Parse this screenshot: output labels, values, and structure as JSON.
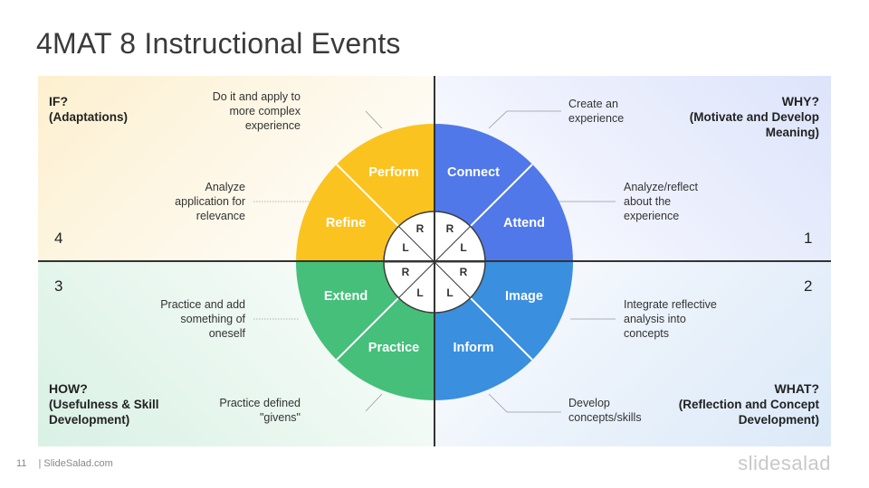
{
  "title": "4MAT 8 Instructional Events",
  "quadrants": {
    "top_left": {
      "label": "IF?",
      "sub": "(Adaptations)",
      "number": "4"
    },
    "top_right": {
      "label": "WHY?",
      "sub": "(Motivate and Develop Meaning)",
      "number": "1"
    },
    "bottom_left": {
      "label": "HOW?",
      "sub": "(Usefulness & Skill Development)",
      "number": "3"
    },
    "bottom_right": {
      "label": "WHAT?",
      "sub": "(Reflection and Concept Development)",
      "number": "2"
    }
  },
  "notes": {
    "perform": "Do it and apply to more complex experience",
    "refine": "Analyze application for relevance",
    "extend": "Practice and add something of oneself",
    "practice": "Practice defined \"givens\"",
    "connect": "Create an experience",
    "attend": "Analyze/reflect about the experience",
    "image": "Integrate reflective analysis into concepts",
    "inform": "Develop concepts/skills"
  },
  "segments": {
    "perform": "Perform",
    "connect": "Connect",
    "refine": "Refine",
    "attend": "Attend",
    "extend": "Extend",
    "image": "Image",
    "practice": "Practice",
    "inform": "Inform"
  },
  "inner_letters": [
    "R",
    "R",
    "L",
    "L",
    "R",
    "R",
    "L",
    "L"
  ],
  "colors": {
    "yellow": "#fbc31f",
    "blue": "#5078e8",
    "green": "#45bf7a",
    "light_blue": "#3a8fde"
  },
  "footer": {
    "page": "11",
    "site": "| SlideSalad.com",
    "brand": "slidesalad"
  }
}
